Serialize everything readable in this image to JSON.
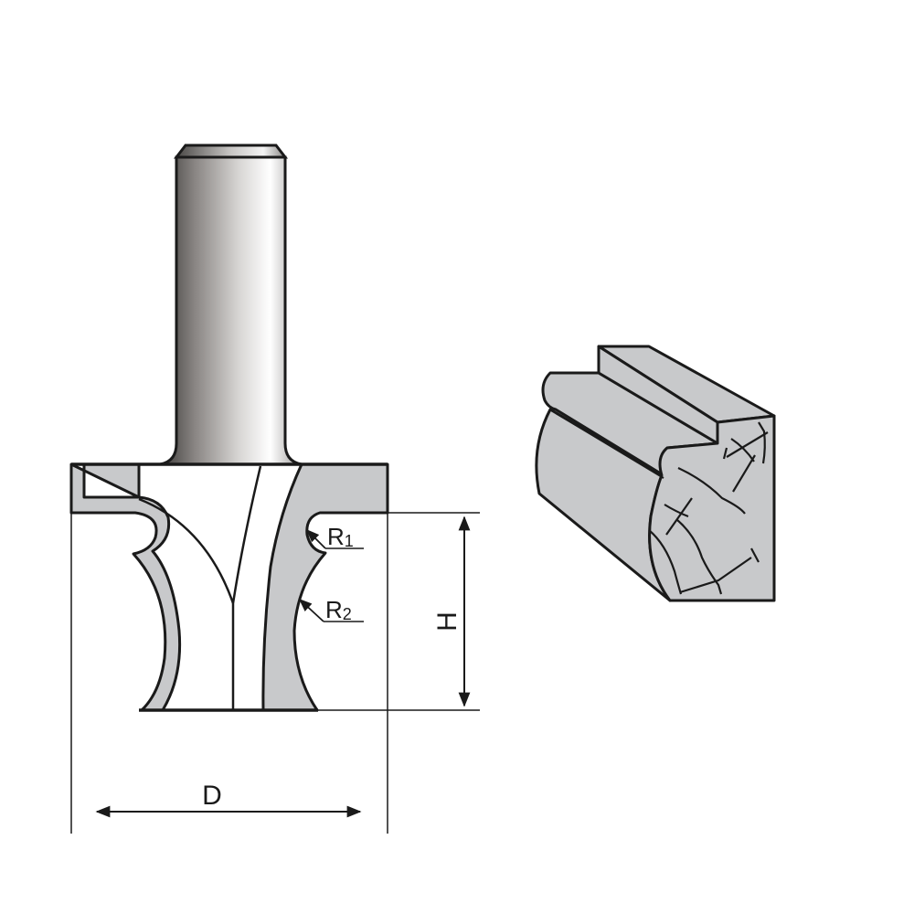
{
  "diagram": {
    "type": "router-bit-technical-drawing",
    "cutter": {
      "shank": "cylindrical-shank",
      "profile_labels": {
        "r1": {
          "main": "R",
          "sub": "1"
        },
        "r2": {
          "main": "R",
          "sub": "2"
        }
      }
    },
    "dimensions": {
      "height_label": "H",
      "diameter_label": "D"
    },
    "workpiece": {
      "description": "profiled-moulding-sample"
    },
    "colors": {
      "outline": "#1a1a1a",
      "fill_gray": "#c8c9cb",
      "background": "#ffffff"
    }
  }
}
